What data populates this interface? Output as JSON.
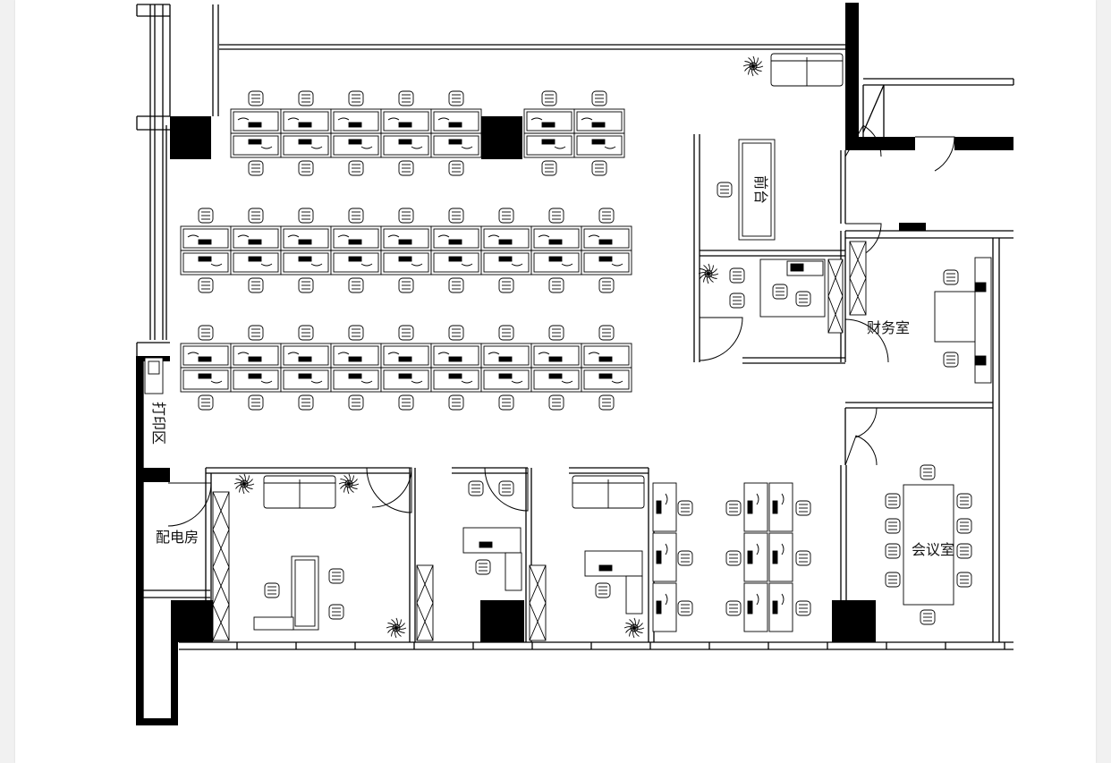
{
  "labels": {
    "reception": "前台",
    "finance": "财务室",
    "meeting": "会议室",
    "electrical": "配电房",
    "print": "打印区"
  }
}
